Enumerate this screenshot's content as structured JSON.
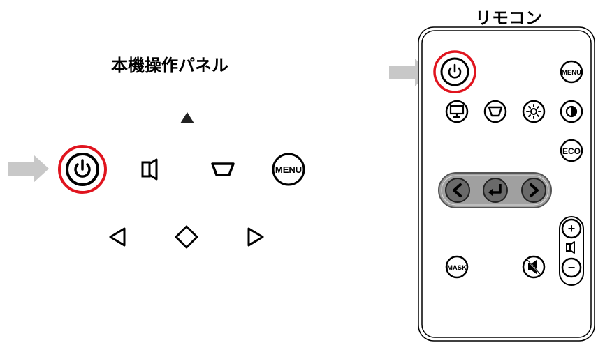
{
  "panel": {
    "title": "本機操作パネル",
    "buttons": [
      {
        "name": "power",
        "icon": "power-icon",
        "highlighted": true
      },
      {
        "name": "volume",
        "icon": "speaker-icon"
      },
      {
        "name": "keystone",
        "icon": "keystone-icon"
      },
      {
        "name": "menu",
        "icon": "menu-icon",
        "label": "MENU"
      },
      {
        "name": "up",
        "icon": "triangle-up-icon"
      },
      {
        "name": "left",
        "icon": "triangle-left-icon"
      },
      {
        "name": "enter",
        "icon": "diamond-icon"
      },
      {
        "name": "right",
        "icon": "triangle-right-icon"
      }
    ]
  },
  "remote": {
    "title": "リモコン",
    "menu_label": "MENU",
    "eco_label": "ECO",
    "mask_label": "MASK",
    "plus_label": "+",
    "minus_label": "−"
  },
  "colors": {
    "highlight": "#e0141e",
    "arrow": "#c8c8c8",
    "pill": "#a0a0a0",
    "pill_button": "#6a6a6a"
  }
}
